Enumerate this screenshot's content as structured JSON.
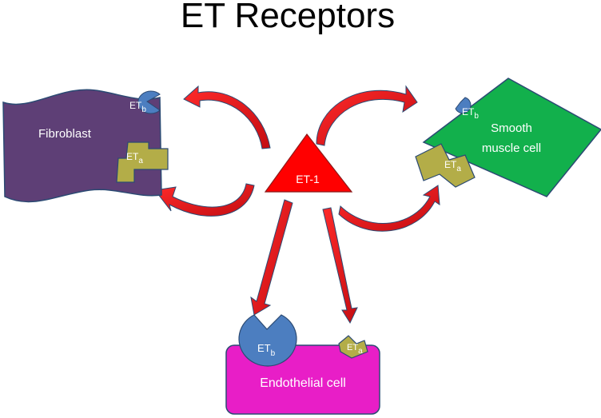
{
  "title": "ET Receptors",
  "nodes": {
    "ligand": "ET-1",
    "fibroblast": "Fibroblast",
    "smooth_muscle": {
      "line1": "Smooth",
      "line2": "muscle cell"
    },
    "endothelial": "Endothelial cell"
  },
  "receptor": {
    "prefix": "ET",
    "a": "a",
    "b": "b"
  },
  "colors": {
    "arrow": "#e4141a",
    "ligand": "#ff0000",
    "fibroblast": "#5e3f76",
    "smooth_muscle": "#12b04c",
    "endothelial": "#e81ec7",
    "receptor_a": "#b3ad48",
    "receptor_b": "#4c7ec0",
    "outline": "#2b4a73"
  }
}
